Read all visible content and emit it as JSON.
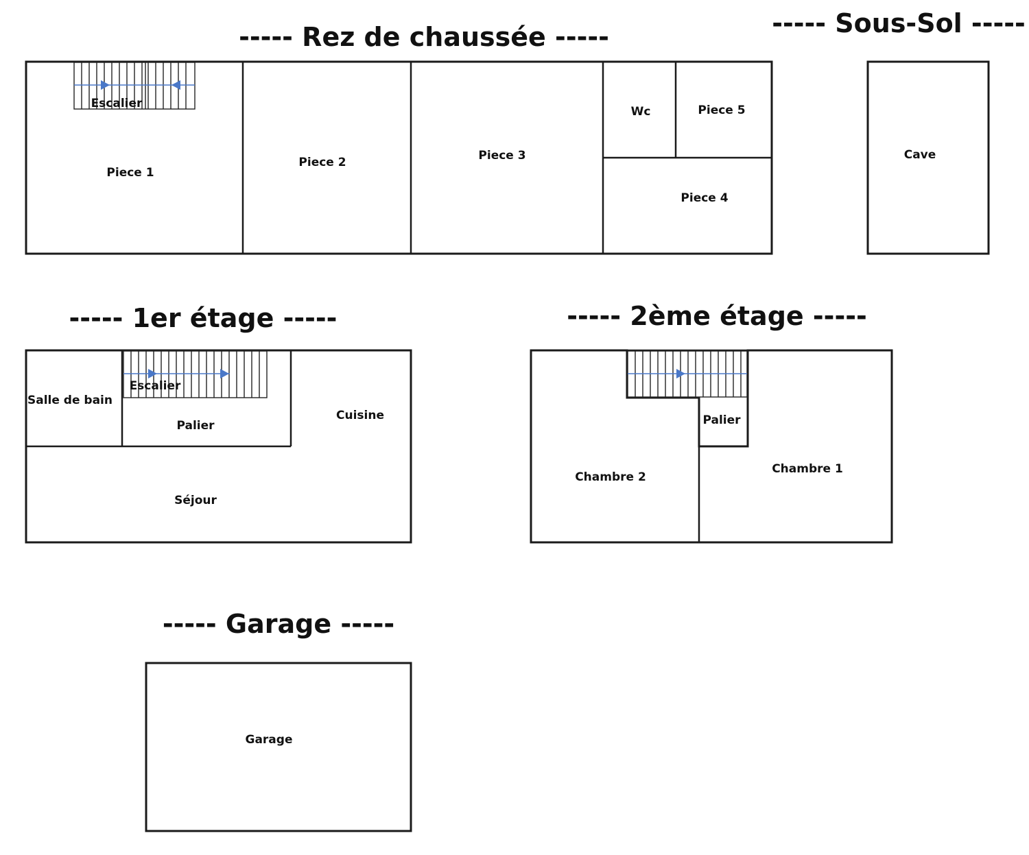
{
  "titles": {
    "rdc": "----- Rez de chaussée -----",
    "sous_sol": "----- Sous-Sol -----",
    "etage1": "----- 1er étage -----",
    "etage2": "----- 2ème étage -----",
    "garage": "----- Garage -----"
  },
  "rdc": {
    "escalier": "Escalier",
    "piece1": "Piece 1",
    "piece2": "Piece 2",
    "piece3": "Piece 3",
    "wc": "Wc",
    "piece5": "Piece 5",
    "piece4": "Piece 4"
  },
  "sous_sol": {
    "cave": "Cave"
  },
  "etage1": {
    "salle_de_bain": "Salle de bain",
    "escalier": "Escalier",
    "palier": "Palier",
    "cuisine": "Cuisine",
    "sejour": "Séjour"
  },
  "etage2": {
    "palier": "Palier",
    "chambre2": "Chambre 2",
    "chambre1": "Chambre 1"
  },
  "garage": {
    "garage": "Garage"
  },
  "colors": {
    "walls": "#1a1a1a",
    "stair_arrow": "#4a78c8",
    "background": "#ffffff"
  }
}
